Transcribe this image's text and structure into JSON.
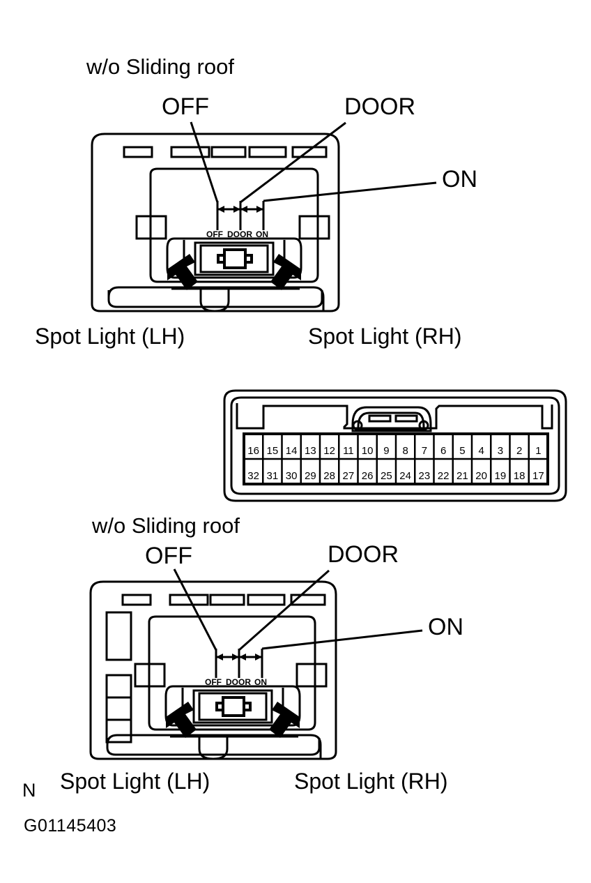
{
  "figure": {
    "id_label": "G01145403",
    "orientation_marker": "N"
  },
  "diagrams": [
    {
      "name": "upper-overhead-console",
      "heading": "w/o Sliding roof",
      "callouts": {
        "off": "OFF",
        "door": "DOOR",
        "on": "ON"
      },
      "switch_scale": [
        "OFF",
        "DOOR",
        "ON"
      ],
      "captions": {
        "left": "Spot Light (LH)",
        "right": "Spot Light (RH)"
      }
    },
    {
      "name": "lower-overhead-console",
      "heading": "w/o Sliding roof",
      "callouts": {
        "off": "OFF",
        "door": "DOOR",
        "on": "ON"
      },
      "switch_scale": [
        "OFF",
        "DOOR",
        "ON"
      ],
      "captions": {
        "left": "Spot Light (LH)",
        "right": "Spot Light (RH)"
      }
    }
  ],
  "connector": {
    "name": "32-pin-connector",
    "rows": [
      [
        "16",
        "15",
        "14",
        "13",
        "12",
        "11",
        "10",
        "9",
        "8",
        "7",
        "6",
        "5",
        "4",
        "3",
        "2",
        "1"
      ],
      [
        "32",
        "31",
        "30",
        "29",
        "28",
        "27",
        "26",
        "25",
        "24",
        "23",
        "22",
        "21",
        "20",
        "19",
        "18",
        "17"
      ]
    ]
  },
  "colors": {
    "ink": "#000000",
    "paper": "#ffffff"
  }
}
